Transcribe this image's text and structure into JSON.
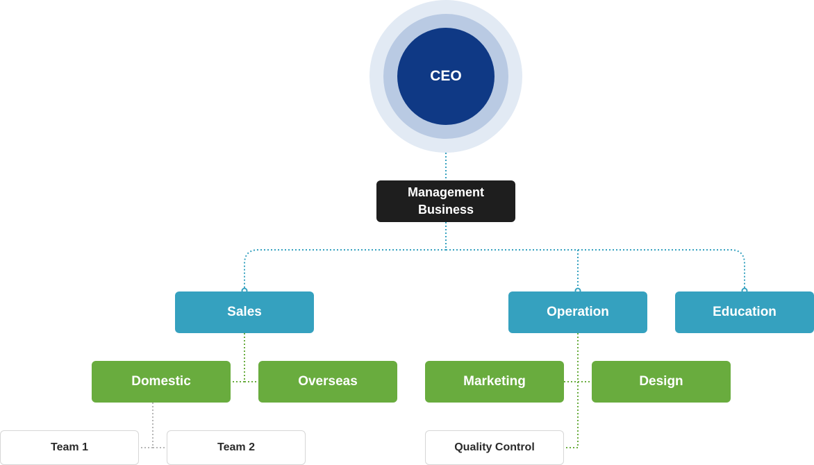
{
  "org_chart": {
    "ceo": "CEO",
    "management": "Management\nBusiness",
    "departments": {
      "sales": "Sales",
      "operation": "Operation",
      "education": "Education"
    },
    "sub_units": {
      "domestic": "Domestic",
      "overseas": "Overseas",
      "marketing": "Marketing",
      "design": "Design"
    },
    "teams": {
      "team1": "Team 1",
      "team2": "Team 2",
      "quality_control": "Quality Control"
    }
  },
  "colors": {
    "ceo_core": "#0f3985",
    "ceo_ring_mid": "#b9cae3",
    "ceo_ring_outer": "#e2eaf4",
    "management": "#1e1e1e",
    "department": "#35a1bf",
    "sub_unit": "#69ac3e",
    "team_border": "#d6d6d6",
    "connector_blue": "#35a1bf",
    "connector_green": "#69ac3e",
    "connector_gray": "#b5b5b5"
  }
}
